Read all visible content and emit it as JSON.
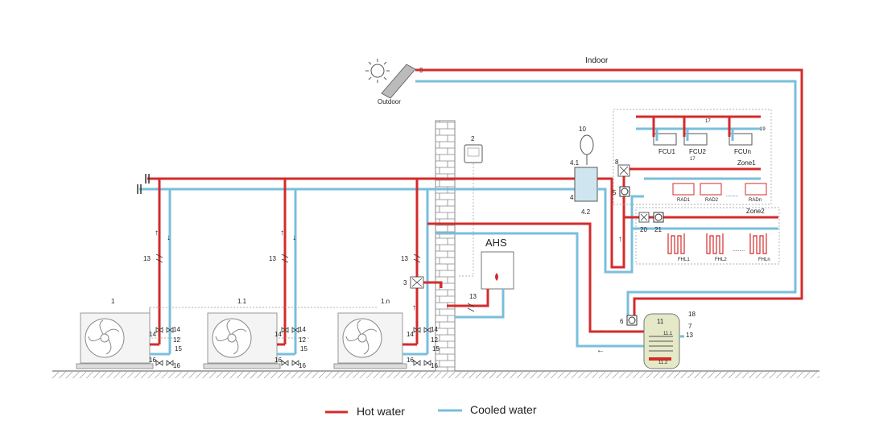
{
  "labels": {
    "indoor": "Indoor",
    "outdoor": "Outdoor",
    "ahs": "AHS",
    "zone1": "Zone1",
    "zone2": "Zone2",
    "fcu1": "FCU1",
    "fcu2": "FCU2",
    "fcun": "FCUn",
    "rad1": "RAD1",
    "rad2": "RAD2",
    "radn": "RADn",
    "fhl1": "FHL1",
    "fhl2": "FHL2",
    "fhln": "FHLn",
    "dots": ".........",
    "unit1": "1",
    "unit1_1": "1.1",
    "unit1_n": "1.n"
  },
  "numbers": {
    "n2": "2",
    "n3": "3",
    "n4": "4",
    "n4_1": "4.1",
    "n4_2": "4.2",
    "n5": "5",
    "n6": "6",
    "n7": "7",
    "n8": "8",
    "n9": "9",
    "n10": "10",
    "n11": "11",
    "n11_1": "11.1",
    "n11_2": "11.2",
    "n12": "12",
    "n13": "13",
    "n14": "14",
    "n15": "15",
    "n16": "16",
    "n17": "17",
    "n18": "18",
    "n19": "19",
    "n20": "20",
    "n21": "21"
  },
  "legend": {
    "hot": "Hot water",
    "cold": "Cooled water"
  },
  "colors": {
    "hot": "#d42b2b",
    "cold": "#79bfdc",
    "wall": "#9a9a9a",
    "tank": "#e6e9c7"
  },
  "icons": [
    "sun-icon",
    "solar-panel-icon",
    "fan-icon",
    "valve-icon",
    "pump-icon",
    "thermostat-icon",
    "expansion-tank-icon",
    "flame-icon"
  ]
}
